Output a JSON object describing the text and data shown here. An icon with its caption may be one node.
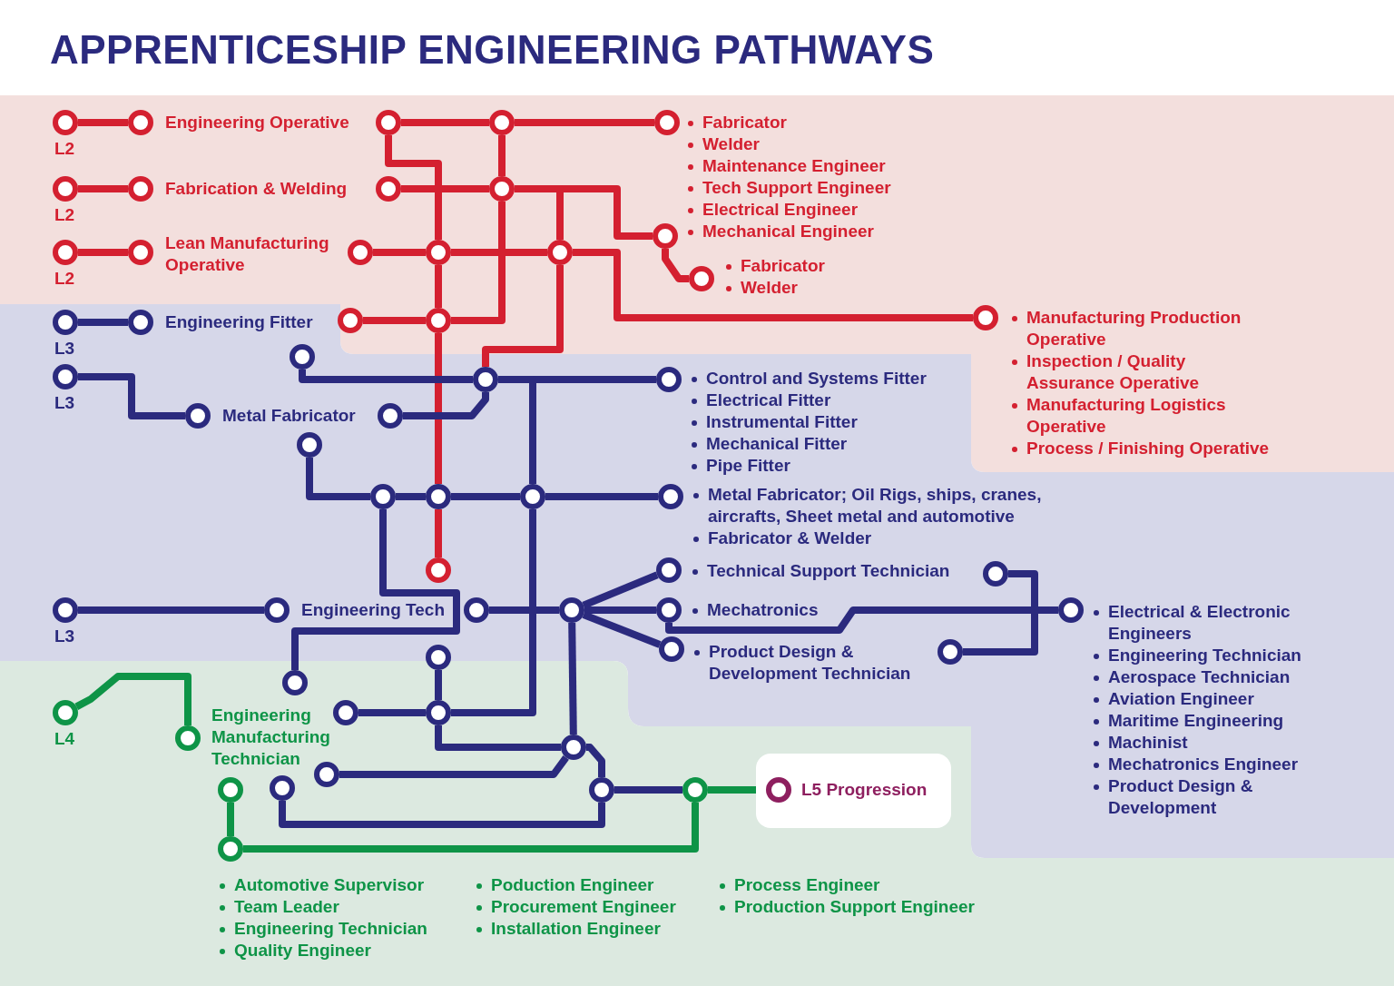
{
  "diagram": {
    "title": "APPRENTICESHIP ENGINEERING PATHWAYS",
    "nodes": [
      {
        "text": [
          "L2"
        ]
      },
      {
        "text": [
          "Engineering Operative"
        ]
      },
      {
        "text": [],
        "shape": "circle"
      },
      {
        "text": [],
        "shape": "circle"
      },
      {
        "text": [
          "Fabricator",
          "Welder",
          "Maintenance Engineer",
          "Tech Support Engineer",
          "Electrical Engineer",
          "Mechanical Engineer"
        ]
      },
      {
        "text": [
          "L2"
        ]
      },
      {
        "text": [
          "Fabrication & Welding"
        ]
      },
      {
        "text": [],
        "shape": "circle"
      },
      {
        "text": [],
        "shape": "circle"
      },
      {
        "text": [],
        "shape": "circle"
      },
      {
        "text": [
          "Fabricator",
          "Welder"
        ]
      },
      {
        "text": [
          "L2"
        ]
      },
      {
        "text": [
          "Lean Manufacturing Operative"
        ]
      },
      {
        "text": [],
        "shape": "circle"
      },
      {
        "text": [],
        "shape": "circle"
      },
      {
        "text": [],
        "shape": "circle"
      },
      {
        "text": [
          "Manufacturing Production Operative",
          "Inspection / Quality Assurance Operative",
          "Manufacturing Logistics Operative",
          "Process / Finishing Operative"
        ]
      },
      {
        "text": [],
        "shape": "circle"
      },
      {
        "text": [],
        "shape": "circle"
      },
      {
        "text": [],
        "shape": "circle"
      },
      {
        "text": [
          "L3"
        ]
      },
      {
        "text": [
          "Engineering Fitter"
        ]
      },
      {
        "text": [],
        "shape": "circle"
      },
      {
        "text": [],
        "shape": "circle"
      },
      {
        "text": [
          "Control and Systems Fitter",
          "Electrical Fitter",
          "Instrumental Fitter",
          "Mechanical Fitter",
          "Pipe Fitter"
        ]
      },
      {
        "text": [
          "L3"
        ]
      },
      {
        "text": [
          "Metal Fabricator"
        ]
      },
      {
        "text": [],
        "shape": "circle"
      },
      {
        "text": [],
        "shape": "circle"
      },
      {
        "text": [],
        "shape": "circle"
      },
      {
        "text": [],
        "shape": "circle"
      },
      {
        "text": [],
        "shape": "circle"
      },
      {
        "text": [
          "Metal Fabricator; Oil Rigs, ships, cranes, aircrafts, Sheet metal and automotive",
          "Fabricator & Welder"
        ]
      },
      {
        "text": [
          "L3"
        ]
      },
      {
        "text": [
          "Engineering Tech"
        ]
      },
      {
        "text": [],
        "shape": "circle"
      },
      {
        "text": [],
        "shape": "circle"
      },
      {
        "text": [
          "Technical Support Technician"
        ]
      },
      {
        "text": [
          "Mechatronics"
        ]
      },
      {
        "text": [
          "Product Design & Development Technician"
        ]
      },
      {
        "text": [],
        "shape": "circle"
      },
      {
        "text": [],
        "shape": "circle"
      },
      {
        "text": [
          "Electrical & Electronic Engineers",
          "Engineering Technician",
          "Aerospace Technician",
          "Aviation Engineer",
          "Maritime Engineering",
          "Machinist",
          "Mechatronics Engineer",
          "Product Design & Development"
        ]
      },
      {
        "text": [],
        "shape": "circle"
      },
      {
        "text": [],
        "shape": "circle"
      },
      {
        "text": [],
        "shape": "circle"
      },
      {
        "text": [],
        "shape": "circle"
      },
      {
        "text": [],
        "shape": "circle"
      },
      {
        "text": [],
        "shape": "circle"
      },
      {
        "text": [],
        "shape": "circle"
      },
      {
        "text": [],
        "shape": "circle"
      },
      {
        "text": [
          "L4"
        ]
      },
      {
        "text": [
          "Engineering Manufacturing Technician"
        ]
      },
      {
        "text": [],
        "shape": "circle"
      },
      {
        "text": [],
        "shape": "circle"
      },
      {
        "text": [],
        "shape": "circle"
      },
      {
        "text": [
          "L5 Progression"
        ]
      }
    ],
    "edges": [
      {
        "from": 0,
        "to": 1,
        "arrow": "none",
        "color": "#d42030"
      },
      {
        "from": 2,
        "to": 3,
        "arrow": "none",
        "color": "#d42030"
      },
      {
        "from": 3,
        "to": 4,
        "arrow": "none",
        "color": "#d42030"
      },
      {
        "from": 2,
        "to": 14,
        "arrow": "none",
        "color": "#d42030"
      },
      {
        "from": 14,
        "to": 18,
        "arrow": "none",
        "color": "#d42030"
      },
      {
        "from": 3,
        "to": 8,
        "arrow": "none",
        "color": "#d42030"
      },
      {
        "from": 5,
        "to": 6,
        "arrow": "none",
        "color": "#d42030"
      },
      {
        "from": 7,
        "to": 8,
        "arrow": "none",
        "color": "#d42030"
      },
      {
        "from": 8,
        "to": 9,
        "arrow": "none",
        "color": "#d42030"
      },
      {
        "from": 9,
        "to": 10,
        "arrow": "none",
        "color": "#d42030"
      },
      {
        "from": 8,
        "to": 15,
        "arrow": "none",
        "color": "#d42030"
      },
      {
        "from": 11,
        "to": 12,
        "arrow": "none",
        "color": "#d42030"
      },
      {
        "from": 13,
        "to": 14,
        "arrow": "none",
        "color": "#d42030"
      },
      {
        "from": 14,
        "to": 15,
        "arrow": "none",
        "color": "#d42030"
      },
      {
        "from": 15,
        "to": 16,
        "arrow": "none",
        "color": "#d42030"
      },
      {
        "from": 15,
        "to": 23,
        "arrow": "none",
        "color": "#d42030"
      },
      {
        "from": 8,
        "to": 18,
        "arrow": "none",
        "color": "#d42030"
      },
      {
        "from": 17,
        "to": 18,
        "arrow": "none",
        "color": "#d42030"
      },
      {
        "from": 18,
        "to": 30,
        "arrow": "none",
        "color": "#d42030"
      },
      {
        "from": 30,
        "to": 19,
        "arrow": "none",
        "color": "#d42030"
      },
      {
        "from": 20,
        "to": 21,
        "arrow": "none"
      },
      {
        "from": 22,
        "to": 23,
        "arrow": "none"
      },
      {
        "from": 23,
        "to": 24,
        "arrow": "none"
      },
      {
        "from": 23,
        "to": 31,
        "arrow": "none"
      },
      {
        "from": 31,
        "to": 46,
        "arrow": "none"
      },
      {
        "from": 25,
        "to": 26,
        "arrow": "none"
      },
      {
        "from": 27,
        "to": 23,
        "arrow": "none"
      },
      {
        "from": 28,
        "to": 29,
        "arrow": "none"
      },
      {
        "from": 29,
        "to": 30,
        "arrow": "none"
      },
      {
        "from": 30,
        "to": 31,
        "arrow": "none"
      },
      {
        "from": 31,
        "to": 32,
        "arrow": "none"
      },
      {
        "from": 29,
        "to": 44,
        "arrow": "none"
      },
      {
        "from": 33,
        "to": 34,
        "arrow": "none"
      },
      {
        "from": 35,
        "to": 36,
        "arrow": "none"
      },
      {
        "from": 36,
        "to": 37,
        "arrow": "none"
      },
      {
        "from": 36,
        "to": 38,
        "arrow": "none"
      },
      {
        "from": 36,
        "to": 39,
        "arrow": "none"
      },
      {
        "from": 36,
        "to": 47,
        "arrow": "none"
      },
      {
        "from": 38,
        "to": 42,
        "arrow": "none"
      },
      {
        "from": 40,
        "to": 42,
        "arrow": "none"
      },
      {
        "from": 41,
        "to": 42,
        "arrow": "none"
      },
      {
        "from": 43,
        "to": 46,
        "arrow": "none"
      },
      {
        "from": 45,
        "to": 46,
        "arrow": "none"
      },
      {
        "from": 46,
        "to": 47,
        "arrow": "none"
      },
      {
        "from": 47,
        "to": 48,
        "arrow": "none"
      },
      {
        "from": 47,
        "to": 49,
        "arrow": "none"
      },
      {
        "from": 49,
        "to": 50,
        "arrow": "none"
      },
      {
        "from": 49,
        "to": 55,
        "arrow": "none"
      },
      {
        "from": 51,
        "to": 52,
        "arrow": "none",
        "color": "#0e9447"
      },
      {
        "from": 55,
        "to": 56,
        "arrow": "none",
        "color": "#0e9447"
      },
      {
        "from": 55,
        "to": 54,
        "arrow": "none",
        "color": "#0e9447"
      },
      {
        "from": 54,
        "to": 53,
        "arrow": "none",
        "color": "#0e9447"
      }
    ],
    "labels": [
      "Automotive Supervisor",
      "Team Leader",
      "Engineering Technician",
      "Quality Engineer",
      "Poduction Engineer",
      "Procurement Engineer",
      "Installation Engineer",
      "Process Engineer",
      "Production Support Engineer"
    ]
  }
}
